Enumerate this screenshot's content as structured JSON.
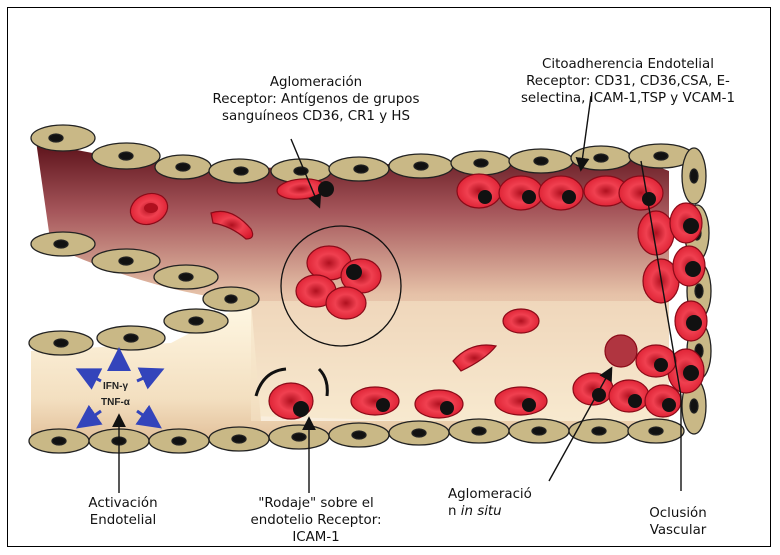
{
  "labels": {
    "aglomeracion_top": "Aglomeración\nReceptor: Antígenos de grupos\nsanguíneos CD36, CR1 y HS",
    "citoadherencia": "Citoadherencia Endotelial\nReceptor: CD31, CD36,CSA, E-\nselectina, ICAM-1,TSP y VCAM-1",
    "activacion": "Activación\nEndotelial",
    "rodaje": "\"Rodaje\" sobre el\nendotelio Receptor:\nICAM-1",
    "aglomeracion_insitu_a": "Aglomeració\nn ",
    "aglomeracion_insitu_b": "in situ",
    "oclusion": "Oclusión\nVascular",
    "cytokine_1": "IFN-γ",
    "cytokine_2": "TNF-α"
  },
  "colors": {
    "endothelial_cell": "#c9b886",
    "nucleus": "#111111",
    "rbc": "#e01a2e",
    "rbc_dark": "#a80d1d",
    "lumen_dark": "#6b1820",
    "lumen_light": "#fbf3dc",
    "arrow_blue": "#3344bb"
  }
}
